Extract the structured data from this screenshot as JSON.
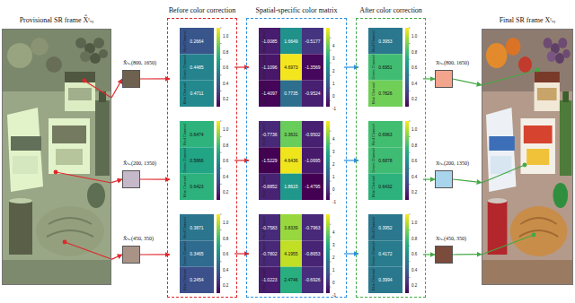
{
  "diagram": {
    "nodes": [
      {
        "text": [
          "Provisional SR frame X̂ᵗₛᵣ"
        ]
      },
      {
        "text": [
          "X̂ᵗₛᵣ(800, 1650)"
        ]
      },
      {
        "text": [
          "X̂ᵗₛᵣ(200, 1350)"
        ]
      },
      {
        "text": [
          "X̂ᵗₛᵣ(450, 350)"
        ]
      },
      {
        "text": [
          "Before color correction"
        ]
      },
      {
        "text": [
          "0.2664",
          "0.4485",
          "0.4711",
          "Red Channel",
          "Green Channel",
          "Blue Channel",
          "1.0",
          "0.8",
          "0.6",
          "0.4",
          "0.2"
        ],
        "in": 4
      },
      {
        "text": [
          "0.6474",
          "0.5866",
          "0.6423",
          "Red Channel",
          "Green Channel",
          "Blue Channel",
          "1.0",
          "0.8",
          "0.6",
          "0.4",
          "0.2"
        ],
        "in": 4
      },
      {
        "text": [
          "0.3871",
          "0.3465",
          "0.2454",
          "Red Channel",
          "Green Channel",
          "Blue Channel",
          "1.0",
          "0.8",
          "0.6",
          "0.4",
          "0.2"
        ],
        "in": 4
      },
      {
        "text": [
          "Spatial-specific color matrix"
        ]
      },
      {
        "text": [
          "-1.0085",
          "1.6649",
          "-0.5177",
          "-1.1096",
          "4.6973",
          "-1.3569",
          "-1.4097",
          "0.7735",
          "-0.9524",
          "Red Channel",
          "Green Channel",
          "Blue Channel",
          "4",
          "3",
          "2",
          "1",
          "0",
          "-1"
        ],
        "in": 8
      },
      {
        "text": [
          "-0.7736",
          "3.3631",
          "-0.9502",
          "-1.5229",
          "4.6436",
          "-1.0695",
          "-0.8852",
          "1.8615",
          "-1.4795",
          "Red Channel",
          "Green Channel",
          "Blue Channel",
          "4",
          "3",
          "2",
          "1",
          "0",
          "-1"
        ],
        "in": 8
      },
      {
        "text": [
          "-0.7583",
          "3.8339",
          "-0.7963",
          "-0.7802",
          "4.1955",
          "-0.8653",
          "-1.0223",
          "2.4746",
          "-0.6926",
          "Red Channel",
          "Green Channel",
          "Blue Channel",
          "4",
          "3",
          "2",
          "1",
          "0",
          "-1"
        ],
        "in": 8
      },
      {
        "text": [
          "After color correction"
        ]
      },
      {
        "text": [
          "0.3953",
          "0.6951",
          "0.7826",
          "Red Channel",
          "Green Channel",
          "Blue Channel",
          "1.0",
          "0.8",
          "0.6",
          "0.4",
          "0.2"
        ],
        "in": 12
      },
      {
        "text": [
          "0.6963",
          "0.6878",
          "0.6432",
          "Red Channel",
          "Green Channel",
          "Blue Channel",
          "1.0",
          "0.8",
          "0.6",
          "0.4",
          "0.2"
        ],
        "in": 12
      },
      {
        "text": [
          "0.3952",
          "0.4172",
          "0.3994",
          "Red Channel",
          "Green Channel",
          "Blue Channel",
          "1.0",
          "0.8",
          "0.6",
          "0.4",
          "0.2"
        ],
        "in": 12
      },
      {
        "text": [
          "Xᵗₛᵣ(800, 1650)"
        ]
      },
      {
        "text": [
          "Xᵗₛᵣ(200, 1350)"
        ]
      },
      {
        "text": [
          "Xᵗₛᵣ(450, 350)"
        ]
      },
      {
        "text": [
          "Final SR frame Xᵗₛᵣ"
        ]
      }
    ],
    "edges": [
      {
        "from": 0,
        "to": 1,
        "arrow": "to"
      },
      {
        "from": 0,
        "to": 2,
        "arrow": "to"
      },
      {
        "from": 0,
        "to": 3,
        "arrow": "to"
      },
      {
        "from": 1,
        "to": 5,
        "arrow": "to"
      },
      {
        "from": 2,
        "to": 6,
        "arrow": "to"
      },
      {
        "from": 3,
        "to": 7,
        "arrow": "to"
      },
      {
        "from": 5,
        "to": 9,
        "arrow": "to"
      },
      {
        "from": 6,
        "to": 10,
        "arrow": "to"
      },
      {
        "from": 7,
        "to": 11,
        "arrow": "to"
      },
      {
        "from": 9,
        "to": 13,
        "arrow": "to"
      },
      {
        "from": 10,
        "to": 14,
        "arrow": "to"
      },
      {
        "from": 11,
        "to": 15,
        "arrow": "to"
      },
      {
        "from": 13,
        "to": 16,
        "arrow": "to"
      },
      {
        "from": 14,
        "to": 17,
        "arrow": "to"
      },
      {
        "from": 15,
        "to": 18,
        "arrow": "to"
      },
      {
        "from": 16,
        "to": 19,
        "arrow": "to"
      },
      {
        "from": 17,
        "to": 19,
        "arrow": "to"
      },
      {
        "from": 18,
        "to": 19,
        "arrow": "to"
      }
    ]
  }
}
